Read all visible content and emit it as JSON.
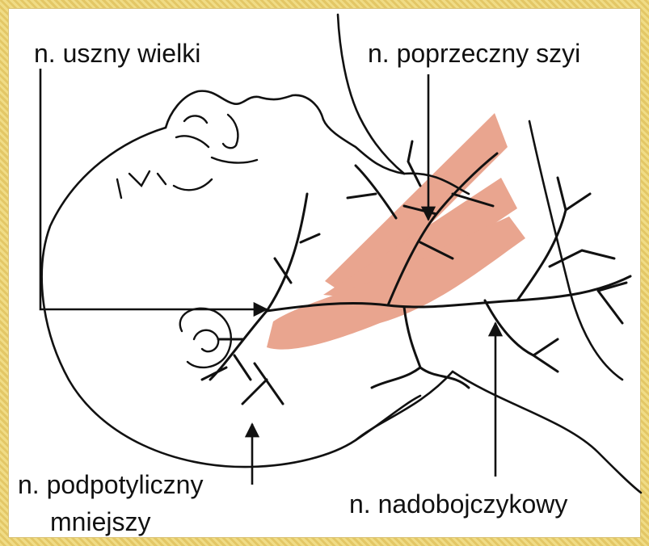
{
  "labels": {
    "great_auricular": "n. uszny wielki",
    "transverse_cervical": "n. poprzeczny szyi",
    "lesser_occipital_line1": "n. podpotyliczny",
    "lesser_occipital_line2": "mniejszy",
    "supraclavicular": "n. nadobojczykowy"
  },
  "colors": {
    "muscle": "#e9a58f",
    "ink": "#111111",
    "frame": "#e9d27a"
  }
}
